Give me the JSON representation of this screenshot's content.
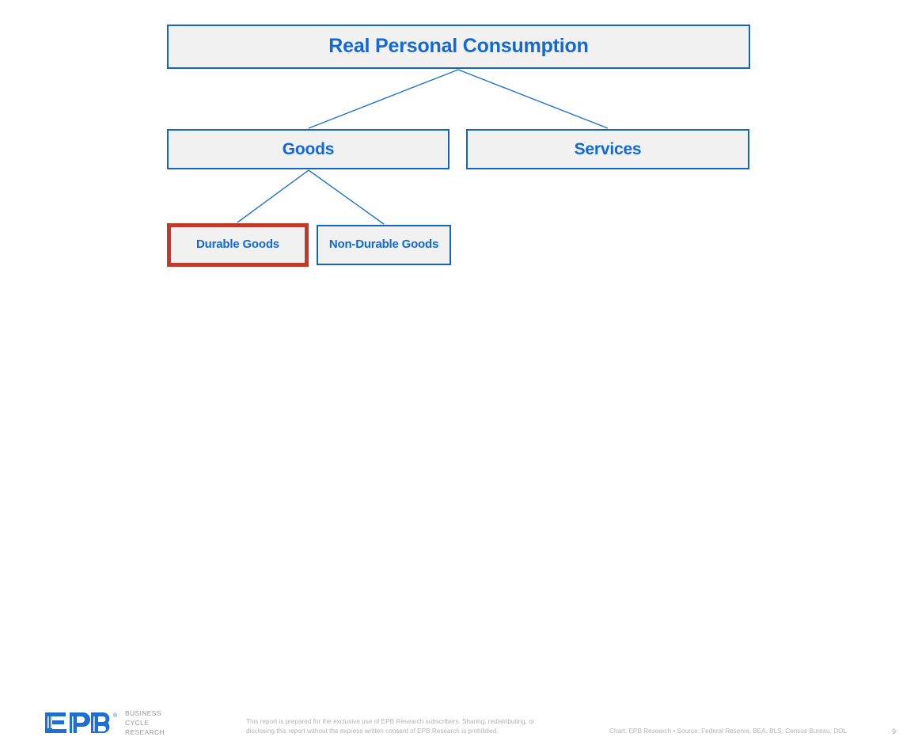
{
  "slide": {
    "background_color": "#ffffff",
    "accent_blue": "#1269d3",
    "border_blue": "#1565c0",
    "box_fill": "#f1f1f1",
    "highlight_red": "#c0392b"
  },
  "diagram": {
    "type": "hierarchy-tree",
    "nodes": [
      {
        "id": "root",
        "label": "Real Personal Consumption",
        "level": 0,
        "highlighted": false
      },
      {
        "id": "goods",
        "label": "Goods",
        "level": 1,
        "highlighted": false
      },
      {
        "id": "services",
        "label": "Services",
        "level": 1,
        "highlighted": false
      },
      {
        "id": "durable",
        "label": "Durable Goods",
        "level": 2,
        "highlighted": true
      },
      {
        "id": "nondurable",
        "label": "Non-Durable Goods",
        "level": 2,
        "highlighted": false
      }
    ],
    "edges": [
      {
        "from": "root",
        "to": "goods"
      },
      {
        "from": "root",
        "to": "services"
      },
      {
        "from": "goods",
        "to": "durable"
      },
      {
        "from": "goods",
        "to": "nondurable"
      }
    ]
  },
  "footer": {
    "logo_text": "EPB",
    "logo_trademark": "®",
    "tagline": "BUSINESS\nCYCLE\nRESEARCH",
    "disclaimer_line1": "This report is prepared for the exclusive use of EPB Research subscribers. Sharing, redistributing, or",
    "disclaimer_line2": "disclosing this report without the express written consent of EPB Research is prohibited.",
    "source": "Chart: EPB Research  •  Source: Federal Reserve, BEA, BLS, Census Bureau, DOL",
    "page_number": "9"
  }
}
